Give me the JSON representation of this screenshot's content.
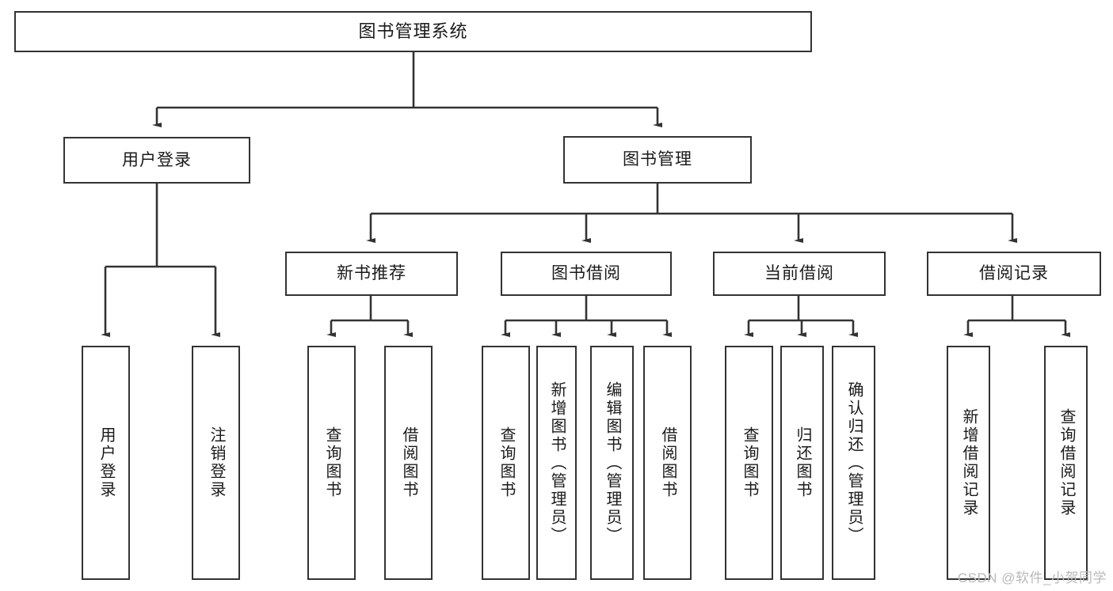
{
  "diagram": {
    "type": "tree",
    "title": "图书管理系统",
    "root": {
      "label": "图书管理系统"
    },
    "level2": [
      {
        "id": "user-login",
        "label": "用户登录"
      },
      {
        "id": "book-management",
        "label": "图书管理"
      }
    ],
    "level3": [
      {
        "id": "new-book-recommend",
        "label": "新书推荐",
        "parent": "book-management"
      },
      {
        "id": "book-borrow",
        "label": "图书借阅",
        "parent": "book-management"
      },
      {
        "id": "current-borrow",
        "label": "当前借阅",
        "parent": "book-management"
      },
      {
        "id": "borrow-record",
        "label": "借阅记录",
        "parent": "book-management"
      }
    ],
    "leaves": {
      "user-login": [
        {
          "id": "leaf-user-login",
          "label": "用户登录"
        },
        {
          "id": "leaf-logout-login",
          "label": "注销登录"
        }
      ],
      "new-book-recommend": [
        {
          "id": "leaf-query-book-1",
          "label": "查询图书"
        },
        {
          "id": "leaf-borrow-book-1",
          "label": "借阅图书"
        }
      ],
      "book-borrow": [
        {
          "id": "leaf-query-book-2",
          "label": "查询图书"
        },
        {
          "id": "leaf-add-book",
          "label": "新增图书（管理员）"
        },
        {
          "id": "leaf-edit-book",
          "label": "编辑图书（管理员）"
        },
        {
          "id": "leaf-borrow-book-2",
          "label": "借阅图书"
        }
      ],
      "current-borrow": [
        {
          "id": "leaf-query-book-3",
          "label": "查询图书"
        },
        {
          "id": "leaf-return-book",
          "label": "归还图书"
        },
        {
          "id": "leaf-confirm-return",
          "label": "确认归还（管理员）"
        }
      ],
      "borrow-record": [
        {
          "id": "leaf-add-borrow-record",
          "label": "新增借阅记录"
        },
        {
          "id": "leaf-query-borrow-record",
          "label": "查询借阅记录"
        }
      ]
    }
  },
  "watermark": {
    "text": "CSDN @软件_小贺同学"
  },
  "colors": {
    "background": "#ffffff",
    "node_border": "#333333",
    "node_fill": "#ffffff",
    "text": "#1a1a1a",
    "connector": "#333333",
    "watermark": "#b9b9b9"
  }
}
